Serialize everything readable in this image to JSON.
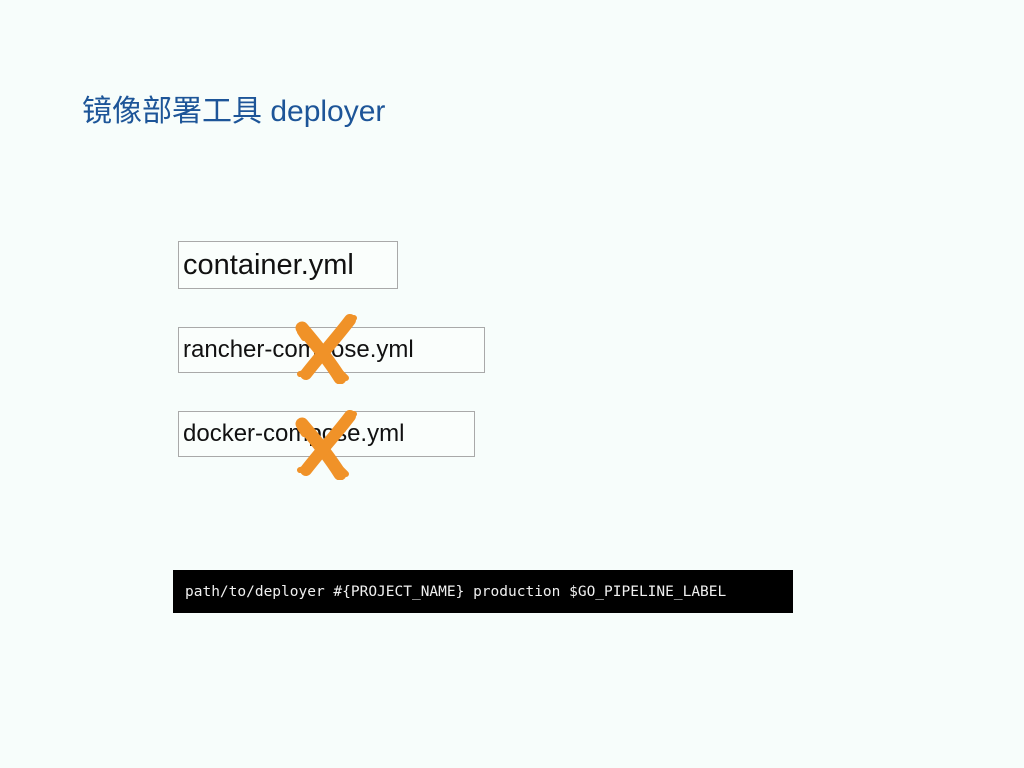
{
  "slide": {
    "title": "镜像部署工具 deployer",
    "files": [
      {
        "name": "container.yml",
        "crossed": false
      },
      {
        "name": "rancher-compose.yml",
        "crossed": true
      },
      {
        "name": "docker-compose.yml",
        "crossed": true
      }
    ],
    "command": "path/to/deployer #{PROJECT_NAME} production $GO_PIPELINE_LABEL",
    "colors": {
      "background": "#f7fdfb",
      "title": "#1d5598",
      "cross": "#f09228",
      "command_bg": "#000000",
      "command_text": "#f0f0f0"
    },
    "icons": {
      "cross": "cross-mark-icon"
    }
  }
}
